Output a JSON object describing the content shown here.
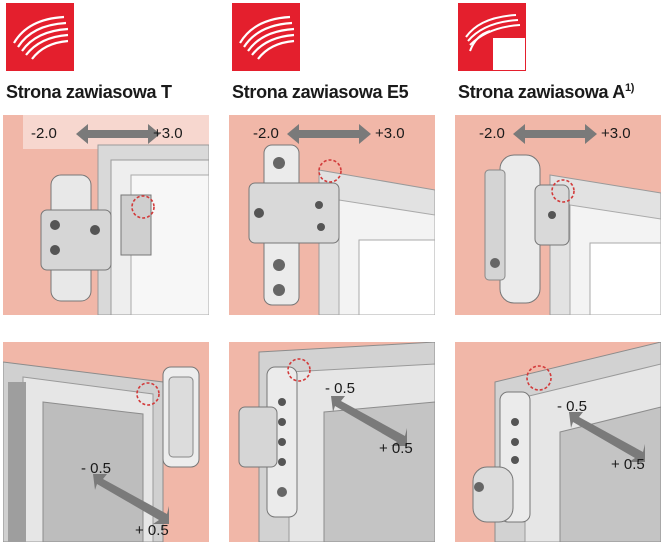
{
  "columns": [
    {
      "heading": "Strona zawiasowa T",
      "superscript": "",
      "top_neg": "-2.0",
      "top_pos": "+3.0",
      "bottom_neg": "- 0.5",
      "bottom_pos": "+ 0.5"
    },
    {
      "heading": "Strona zawiasowa E5",
      "superscript": "",
      "top_neg": "-2.0",
      "top_pos": "+3.0",
      "bottom_neg": "- 0.5",
      "bottom_pos": "+ 0.5"
    },
    {
      "heading": "Strona zawiasowa A",
      "superscript": "1)",
      "top_neg": "-2.0",
      "top_pos": "+3.0",
      "bottom_neg": "- 0.5",
      "bottom_pos": "+ 0.5"
    }
  ],
  "colors": {
    "brand_red": "#e41f2d",
    "panel_salmon": "#f1b7a8",
    "frame_grey": "#c8c8c8",
    "arrow_grey": "#7a7a7a",
    "marker_red": "#d23a3a"
  },
  "icons": [
    "brand-logo-icon",
    "double-arrow-icon",
    "hinge-illustration-icon"
  ]
}
